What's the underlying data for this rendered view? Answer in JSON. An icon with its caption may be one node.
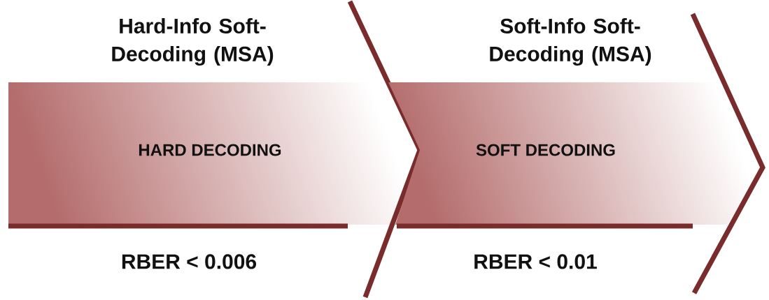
{
  "diagram": {
    "nodes": [
      {
        "text": [
          "Hard-Info Soft-Decoding (MSA)",
          "HARD DECODING",
          "RBER < 0.006"
        ]
      },
      {
        "text": [
          "Soft-Info Soft-Decoding (MSA)",
          "SOFT DECODING",
          "RBER < 0.01"
        ]
      }
    ]
  }
}
